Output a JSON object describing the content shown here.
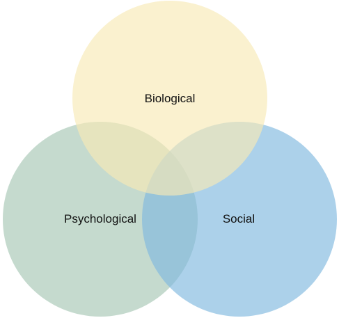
{
  "venn": {
    "sets": [
      {
        "key": "biological",
        "label": "Biological",
        "color": "#f8e9b5"
      },
      {
        "key": "psychological",
        "label": "Psychological",
        "color": "#a6c6b4"
      },
      {
        "key": "social",
        "label": "Social",
        "color": "#7fb8de"
      }
    ]
  }
}
